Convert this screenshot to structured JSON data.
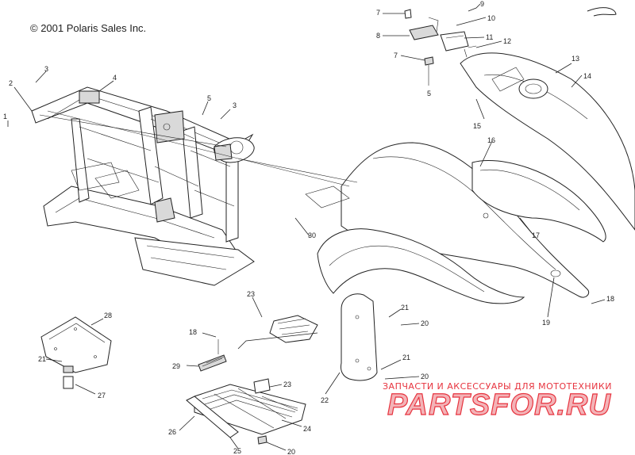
{
  "copyright": "© 2001 Polaris Sales Inc.",
  "watermark": {
    "tagline": "ЗАПЧАСТИ И АКСЕССУАРЫ ДЛЯ МОТОТЕХНИКИ",
    "logo": "PARTSFOR.RU",
    "color": "#e7343f"
  },
  "callouts": [
    "1",
    "2",
    "3",
    "4",
    "5",
    "3",
    "7",
    "8",
    "9",
    "10",
    "11",
    "12",
    "7",
    "5",
    "13",
    "14",
    "15",
    "16",
    "17",
    "18",
    "19",
    "20",
    "21",
    "22",
    "23",
    "18",
    "29",
    "28",
    "21",
    "27",
    "23",
    "26",
    "24",
    "25",
    "20",
    "21",
    "20",
    "30"
  ]
}
